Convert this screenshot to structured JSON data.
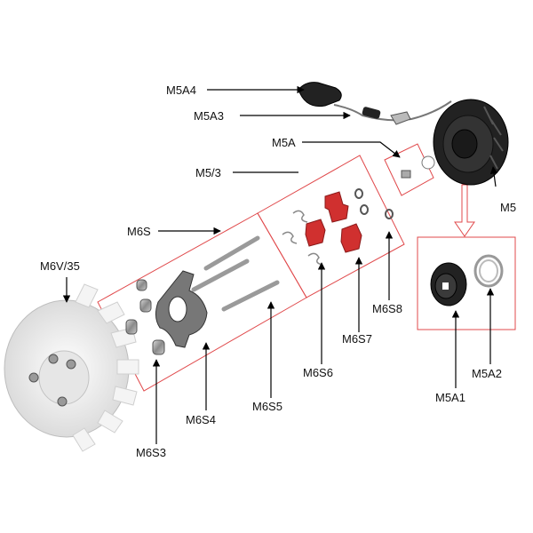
{
  "diagram": {
    "labels": {
      "m5a4": "M5A4",
      "m5a3": "M5A3",
      "m5a": "M5A",
      "m5_3": "M5/3",
      "m5": "M5",
      "m6s": "M6S",
      "m6v_35": "M6V/35",
      "m6s8": "M6S8",
      "m6s7": "M6S7",
      "m6s6": "M6S6",
      "m6s5": "M6S5",
      "m6s4": "M6S4",
      "m6s3": "M6S3",
      "m5a1": "M5A1",
      "m5a2": "M5A2"
    },
    "colors": {
      "callout_box": "#e0494b",
      "spacer_red": "#d0302f",
      "leader": "#000000",
      "fan_white": "#efefef"
    }
  }
}
